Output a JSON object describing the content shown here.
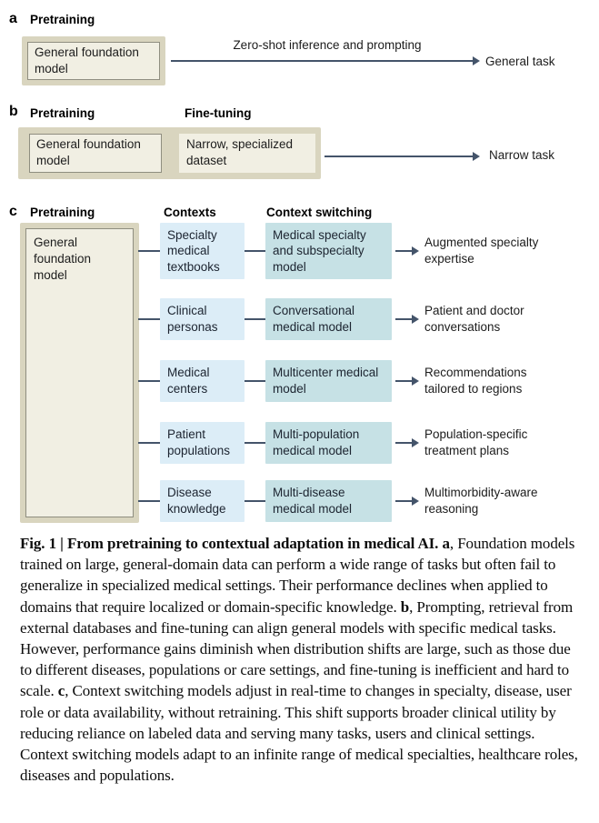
{
  "colors": {
    "frame_khaki": "#d9d5bf",
    "frame_cream": "#f1efe3",
    "frame_border": "#8f8e80",
    "context_blue": "#dcedf7",
    "model_teal": "#c6e1e5",
    "arrow": "#44546a",
    "text": "#1a1a1a"
  },
  "panel_a": {
    "letter": "a",
    "heading": "Pretraining",
    "box_label": "General foundation model",
    "arrow_label": "Zero-shot inference and prompting",
    "output": "General task"
  },
  "panel_b": {
    "letter": "b",
    "heading_pretraining": "Pretraining",
    "heading_finetuning": "Fine-tuning",
    "box1_label": "General foundation model",
    "box2_label": "Narrow, specialized dataset",
    "output": "Narrow task"
  },
  "panel_c": {
    "letter": "c",
    "heading_pretraining": "Pretraining",
    "heading_contexts": "Contexts",
    "heading_context_switching": "Context switching",
    "box_label": "General foundation model",
    "rows": [
      {
        "context": "Specialty medical textbooks",
        "model": "Medical specialty and subspecialty model",
        "output": "Augmented specialty expertise"
      },
      {
        "context": "Clinical personas",
        "model": "Conversational medical model",
        "output": "Patient and doctor conversations"
      },
      {
        "context": "Medical centers",
        "model": "Multicenter medical model",
        "output": "Recommendations tailored to regions"
      },
      {
        "context": "Patient populations",
        "model": "Multi-population medical model",
        "output": "Population-specific treatment plans"
      },
      {
        "context": "Disease knowledge",
        "model": "Multi-disease medical model",
        "output": "Multimorbidity-aware reasoning"
      }
    ]
  },
  "caption": {
    "segments": [
      {
        "text": "Fig. 1 | From pretraining to contextual adaptation in medical AI. ",
        "bold": true
      },
      {
        "text": "a",
        "bold": true
      },
      {
        "text": ", Foundation models trained on large, general-domain data can perform a wide range of tasks but often fail to generalize in specialized medical settings. Their performance declines when applied to domains that require localized or domain-specific knowledge. ",
        "bold": false
      },
      {
        "text": "b",
        "bold": true
      },
      {
        "text": ", Prompting, retrieval from external databases and fine-tuning can align general models with specific medical tasks. However, performance gains diminish when distribution shifts are large, such as those due to different diseases, populations or care settings, and fine-tuning is inefficient and hard to scale. ",
        "bold": false
      },
      {
        "text": "c",
        "bold": true
      },
      {
        "text": ", Context switching models adjust in real-time to changes in specialty, disease, user role or data availability, without retraining. This shift supports broader clinical utility by reducing reliance on labeled data and serving many tasks, users and clinical settings. Context switching models adapt to an infinite range of medical specialties, healthcare roles, diseases and populations.",
        "bold": false
      }
    ]
  }
}
